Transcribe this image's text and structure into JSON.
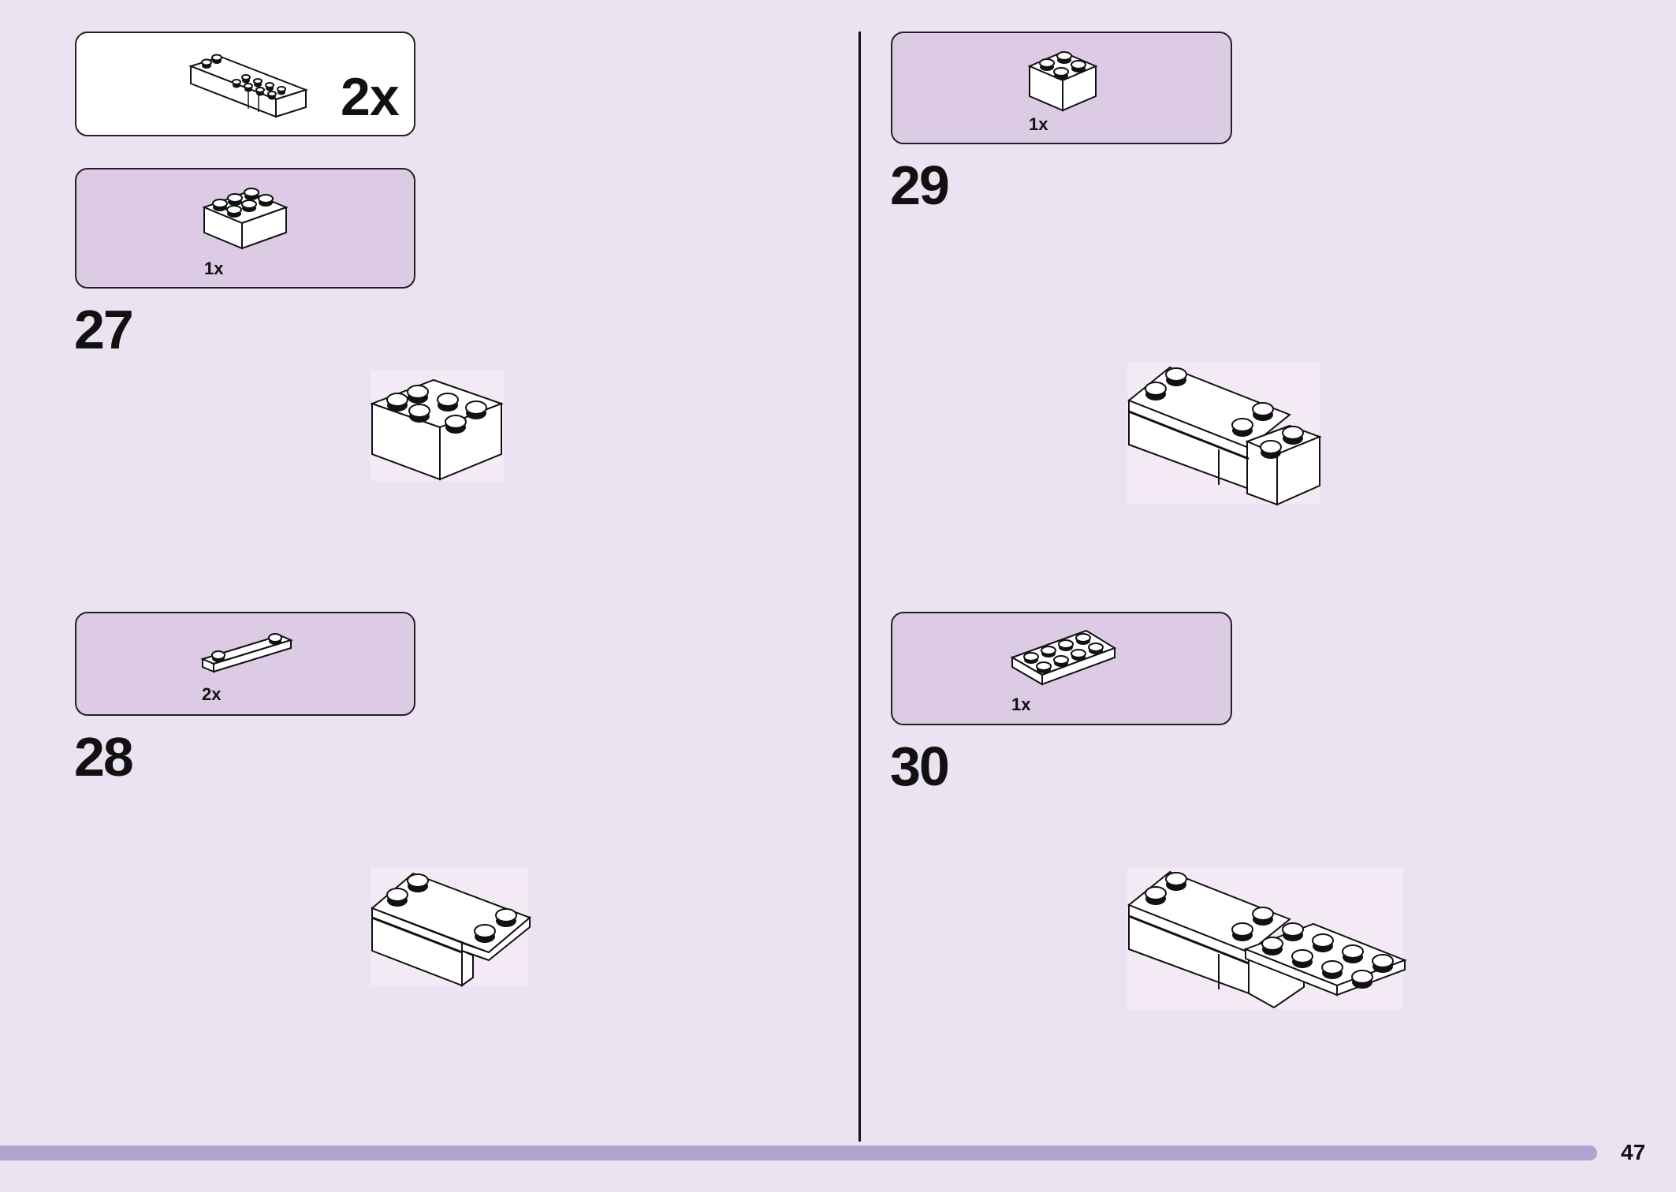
{
  "callouts": {
    "sub_qty": "2x",
    "c27_qty": "1x",
    "c28_qty": "2x",
    "c29_qty": "1x",
    "c30_qty": "1x"
  },
  "steps": {
    "s27": "27",
    "s28": "28",
    "s29": "29",
    "s30": "30"
  },
  "page": {
    "number": "47"
  },
  "colors": {
    "background": "#ebe3f1",
    "callout": "#ddcbe5",
    "bar": "#b3a3d1"
  },
  "icons": {
    "brick": "white-lego-brick"
  }
}
